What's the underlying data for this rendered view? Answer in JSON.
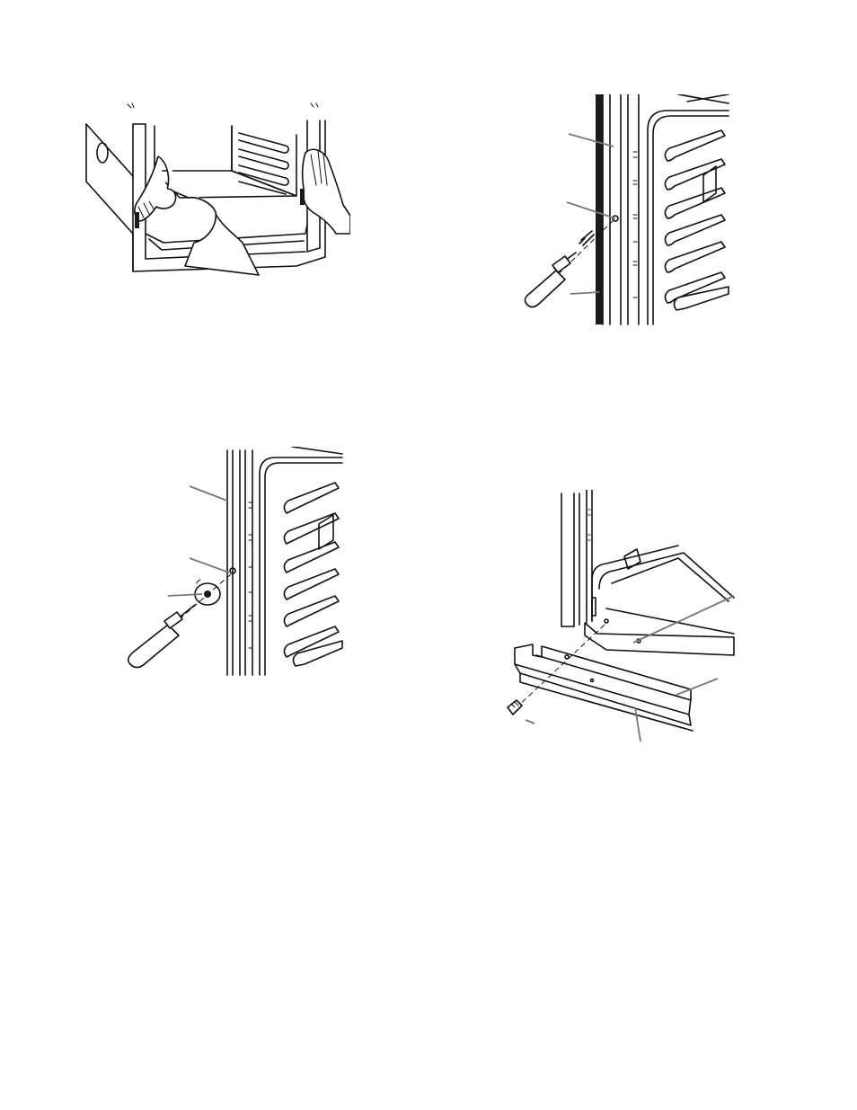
{
  "figures": [
    {
      "id": "fig-1",
      "description_label": "",
      "callouts": []
    },
    {
      "id": "fig-2",
      "callouts": [
        "",
        "",
        ""
      ]
    },
    {
      "id": "fig-3",
      "callouts": [
        "",
        "",
        ""
      ]
    },
    {
      "id": "fig-4",
      "callouts": [
        "",
        "",
        "",
        ""
      ]
    }
  ],
  "top_marks": [
    "",
    ""
  ]
}
